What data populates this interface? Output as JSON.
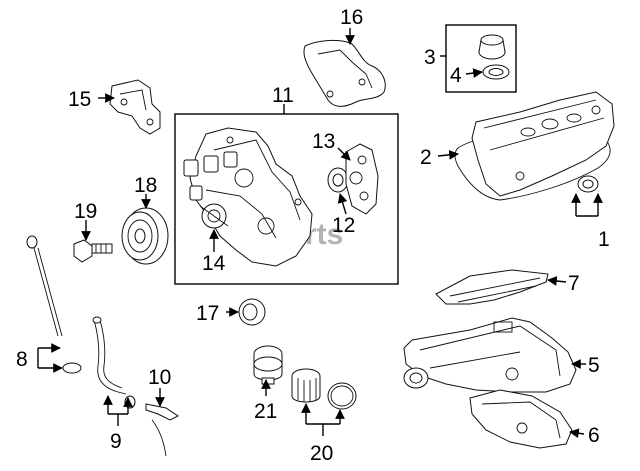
{
  "watermark": {
    "text": "parts",
    "color": "#9a9a9a"
  },
  "colors": {
    "line": "#000000",
    "background": "#ffffff"
  },
  "callouts": [
    "1",
    "2",
    "3",
    "4",
    "5",
    "6",
    "7",
    "8",
    "9",
    "10",
    "11",
    "12",
    "13",
    "14",
    "15",
    "16",
    "17",
    "18",
    "19",
    "20",
    "21"
  ]
}
